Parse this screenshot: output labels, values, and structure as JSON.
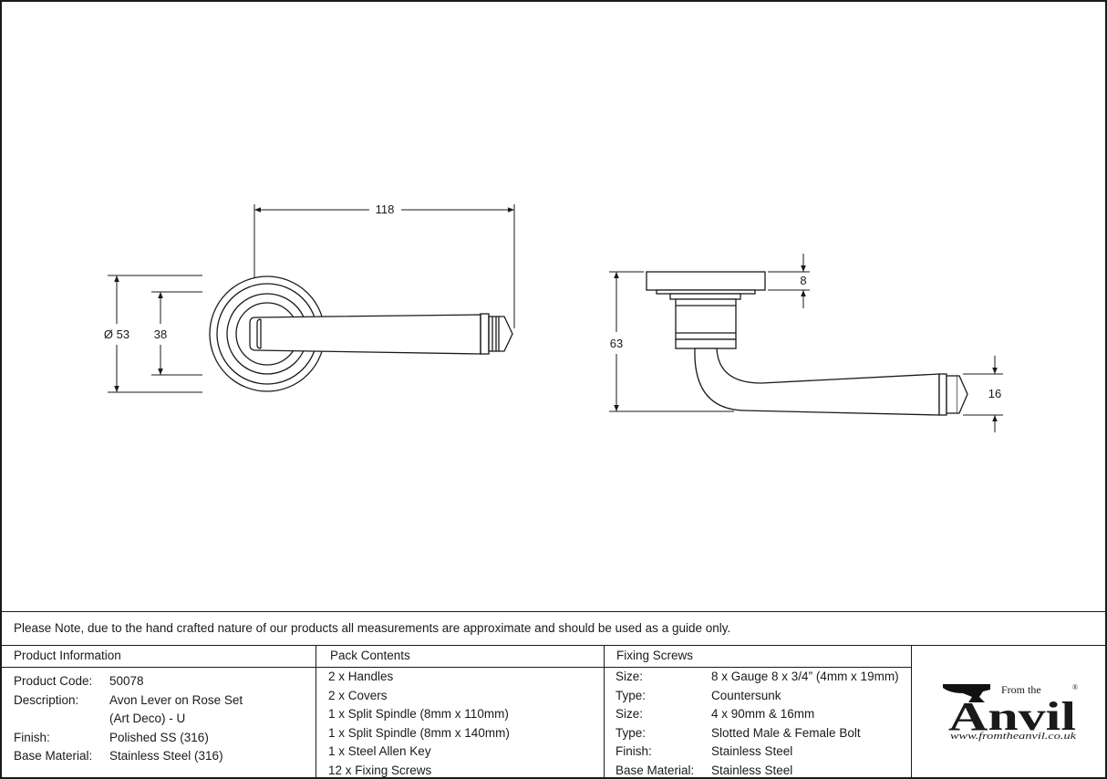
{
  "dimensions": {
    "width_118": "118",
    "dia_53": "Ø 53",
    "rose_38": "38",
    "height_63": "63",
    "rose_depth_8": "8",
    "grip_16": "16"
  },
  "note": "Please Note, due to the hand crafted nature of our products all measurements are approximate and should be used as a guide only.",
  "product_info": {
    "heading": "Product Information",
    "rows": [
      {
        "label": "Product Code:",
        "value": "50078"
      },
      {
        "label": "Description:",
        "value": "Avon Lever on Rose Set"
      },
      {
        "label": "",
        "value": "(Art Deco) - U"
      },
      {
        "label": "Finish:",
        "value": "Polished SS (316)"
      },
      {
        "label": "Base Material:",
        "value": "Stainless Steel (316)"
      }
    ]
  },
  "pack_contents": {
    "heading": "Pack Contents",
    "items": [
      "2 x Handles",
      "2 x Covers",
      "1 x Split Spindle (8mm x 110mm)",
      "1 x Split Spindle (8mm x 140mm)",
      "1 x Steel Allen Key",
      "12 x Fixing Screws"
    ]
  },
  "fixing_screws": {
    "heading": "Fixing Screws",
    "rows": [
      {
        "label": "Size:",
        "value": "8 x Gauge 8 x 3/4” (4mm x 19mm)"
      },
      {
        "label": "Type:",
        "value": "Countersunk"
      },
      {
        "label": "Size:",
        "value": "4 x 90mm & 16mm"
      },
      {
        "label": "Type:",
        "value": "Slotted Male & Female Bolt"
      },
      {
        "label": "Finish:",
        "value": "Stainless Steel"
      },
      {
        "label": "Base Material:",
        "value": "Stainless Steel"
      }
    ]
  },
  "logo": {
    "from_the": "From the",
    "brand": "Anvil",
    "registered": "®",
    "url": "www.fromtheanvil.co.uk"
  }
}
